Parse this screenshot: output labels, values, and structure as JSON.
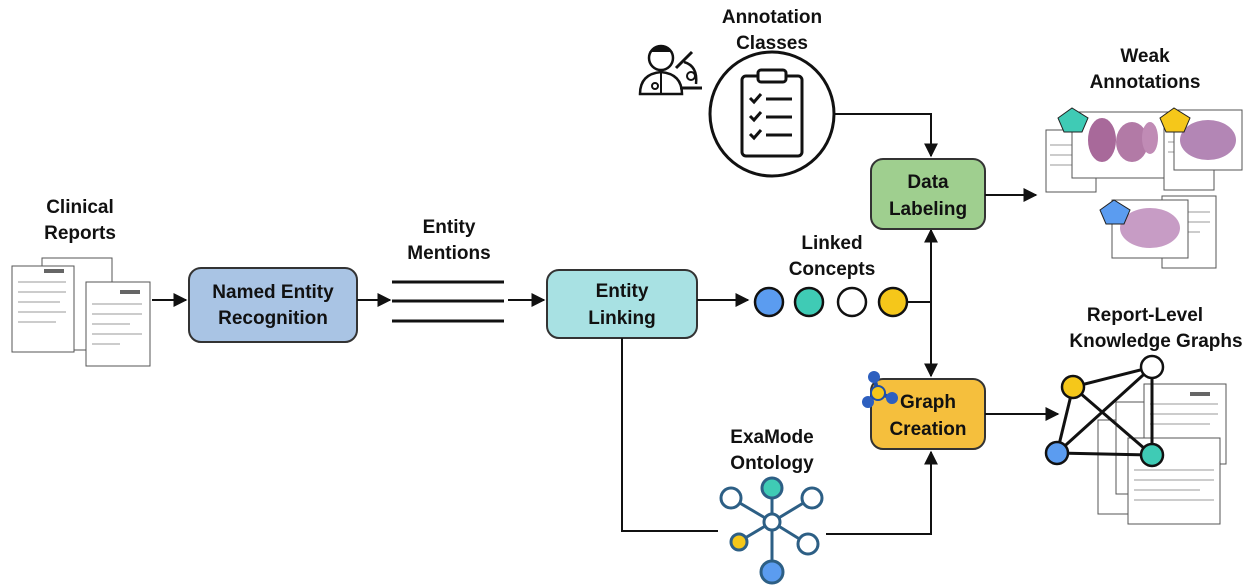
{
  "diagram": {
    "labels": {
      "clinical_reports": [
        "Clinical",
        "Reports"
      ],
      "entity_mentions": [
        "Entity",
        "Mentions"
      ],
      "linked_concepts": [
        "Linked",
        "Concepts"
      ],
      "annotation_classes": [
        "Annotation",
        "Classes"
      ],
      "weak_annotations": [
        "Weak",
        "Annotations"
      ],
      "report_level_kg": [
        "Report-Level",
        "Knowledge Graphs"
      ],
      "examode_ontology": [
        "ExaMode",
        "Ontology"
      ]
    },
    "boxes": {
      "ner": {
        "line1": "Named Entity",
        "line2": "Recognition",
        "fill": "#a9c4e4"
      },
      "entity_linking": {
        "line1": "Entity",
        "line2": "Linking",
        "fill": "#a8e1e3"
      },
      "data_labeling": {
        "line1": "Data",
        "line2": "Labeling",
        "fill": "#9fcf8f"
      },
      "graph_creation": {
        "line1": "Graph",
        "line2": "Creation",
        "fill": "#f5bf3d"
      }
    },
    "concept_colors": [
      "#5b9cf0",
      "#3fcbb5",
      "#ffffff",
      "#f5c71a"
    ],
    "icons": [
      "clinical-reports-icon",
      "clipboard-icon",
      "doctor-microscope-icon",
      "tissue-slides-icon",
      "ontology-icon",
      "knowledge-graph-icon",
      "graph-molecule-icon"
    ]
  }
}
